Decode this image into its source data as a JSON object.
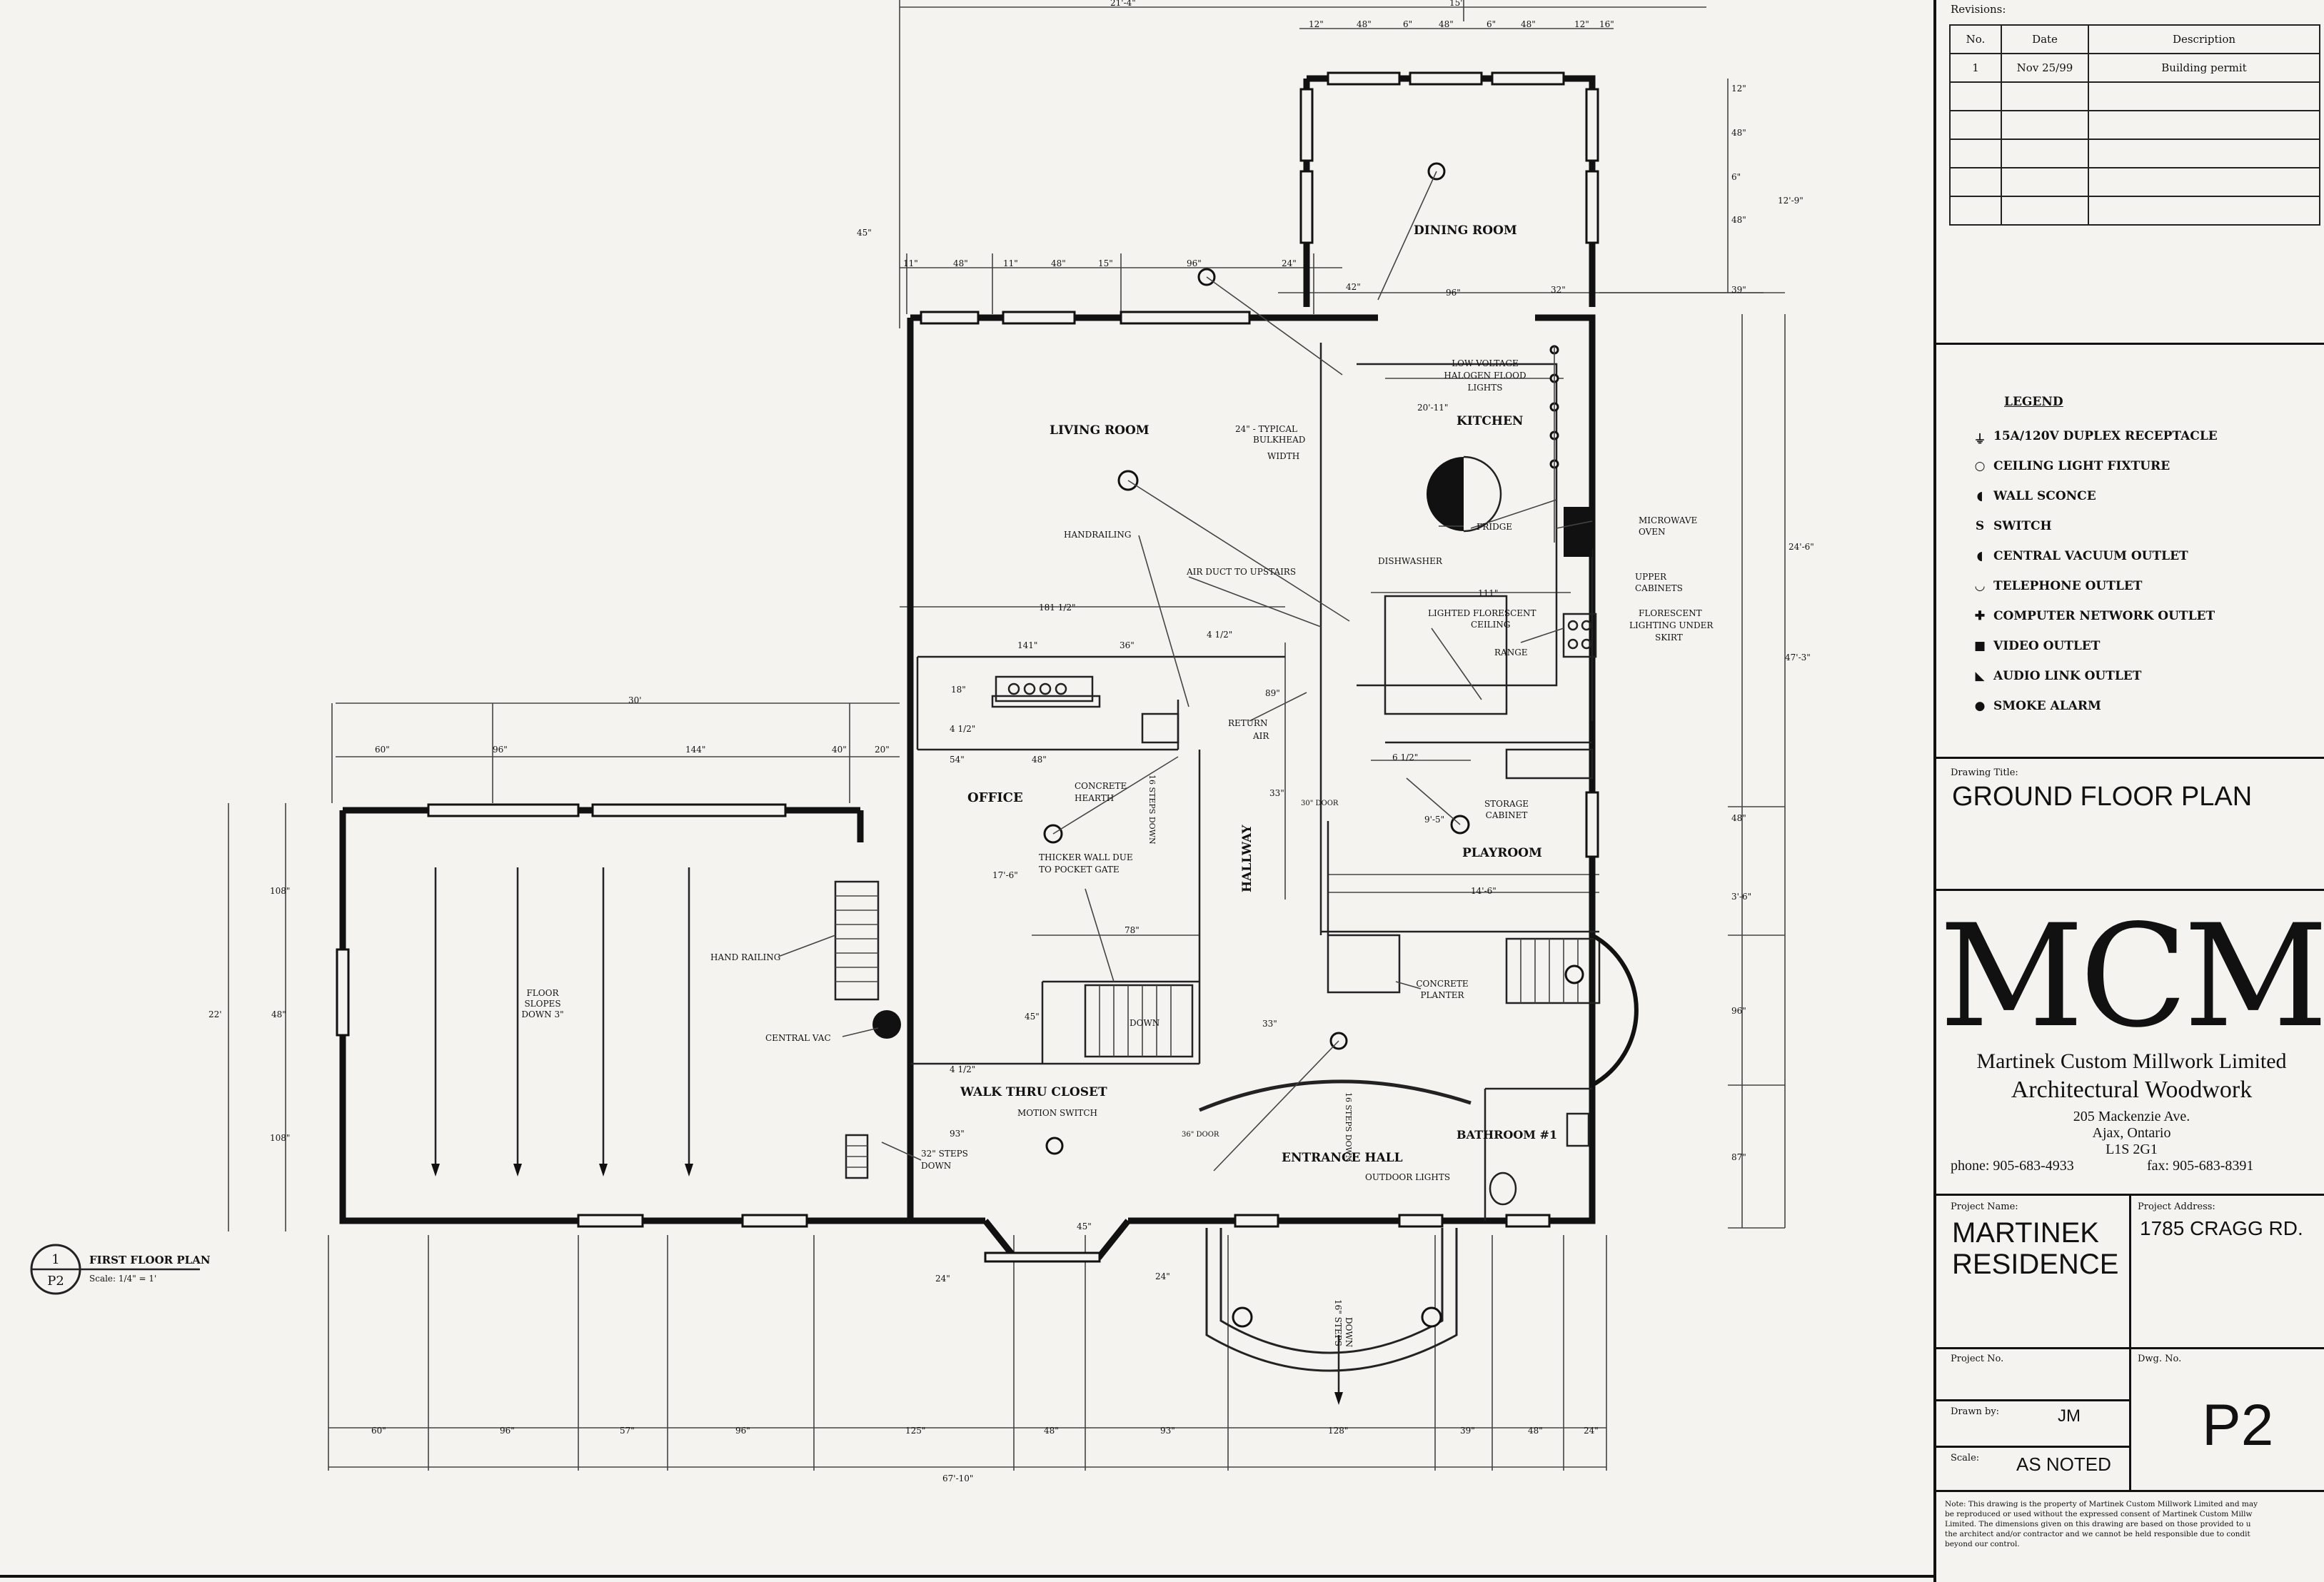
{
  "drawing": {
    "plan_title": "FIRST FLOOR PLAN",
    "plan_scale": "Scale: 1/4\" = 1'",
    "detail_number": "1",
    "detail_sheet": "P2"
  },
  "rooms": {
    "living": "LIVING ROOM",
    "dining": "DINING ROOM",
    "kitchen": "KITCHEN",
    "office": "OFFICE",
    "hallway": "HALLWAY",
    "playroom": "PLAYROOM",
    "walk_thru": "WALK THRU CLOSET",
    "entrance": "ENTRANCE HALL",
    "bathroom": "BATHROOM #1"
  },
  "notes": {
    "floor_slopes": [
      "FLOOR",
      "SLOPES",
      "DOWN 3\""
    ],
    "hand_railing": "HAND RAILING",
    "central_vac": "CENTRAL VAC",
    "handrailing": "HANDRAILING",
    "air_duct": "AIR DUCT TO UPSTAIRS",
    "bulkhead": [
      "24\" - TYPICAL",
      "BULKHEAD",
      "WIDTH"
    ],
    "low_voltage": [
      "LOW VOLTAGE",
      "HALOGEN FLOOD",
      "LIGHTS"
    ],
    "fridge": "FRIDGE",
    "microwave": [
      "MICROWAVE",
      "OVEN"
    ],
    "dishwasher": "DISHWASHER",
    "upper_cabinets": [
      "UPPER",
      "CABINETS"
    ],
    "lighted_ceiling": [
      "LIGHTED FLORESCENT",
      "CEILING"
    ],
    "florescent_lighting": [
      "FLORESCENT",
      "LIGHTING UNDER",
      "SKIRT"
    ],
    "range": "RANGE",
    "return_air": [
      "RETURN",
      "AIR"
    ],
    "concrete_hearth": [
      "CONCRETE",
      "HEARTH"
    ],
    "thicker_wall": [
      "THICKER WALL DUE",
      "TO POCKET GATE"
    ],
    "storage_cabinet": [
      "STORAGE",
      "CABINET"
    ],
    "concrete_planter": [
      "CONCRETE",
      "PLANTER"
    ],
    "motion_switch": "MOTION SWITCH",
    "outdoor_lights": "OUTDOOR LIGHTS",
    "steps_32": [
      "32\" STEPS",
      "DOWN"
    ],
    "steps_16": [
      "16\" STEPS",
      "DOWN"
    ],
    "down": "DOWN",
    "door_30": "30\" DOOR",
    "door_36": "36\" DOOR",
    "steps_16_down_a": "16 STEPS DOWN",
    "steps_16_down_b": "16 STEPS DOWN"
  },
  "dimensions": {
    "top_a": "21'-4\"",
    "top_b": "15'",
    "d12a": "12\"",
    "d48a": "48\"",
    "d6a": "6\"",
    "d48b": "48\"",
    "d6b": "6\"",
    "d48c": "48\"",
    "d12b": "12\"",
    "d16": "16\"",
    "d45": "45\"",
    "d11a": "11\"",
    "d48d": "48\"",
    "d11b": "11\"",
    "d48e": "48\"",
    "d15": "15\"",
    "d96a": "96\"",
    "d24a": "24\"",
    "d42": "42\"",
    "d96b": "96\"",
    "d32": "32\"",
    "d39": "39\"",
    "d12_9": "12'-9\"",
    "d20_11": "20'-11\"",
    "d111": "111\"",
    "d181": "181 1/2\"",
    "d141": "141\"",
    "d36": "36\"",
    "d4_1_2a": "4 1/2\"",
    "d4_1_2b": "4 1/2\"",
    "d4_1_2c": "4 1/2\"",
    "d18": "18\"",
    "d89": "89\"",
    "d54": "54\"",
    "d48f": "48\"",
    "d33a": "33\"",
    "d33b": "33\"",
    "d6_1_2": "6 1/2\"",
    "d9_5": "9'-5\"",
    "d14_6": "14'-6\"",
    "d17_6": "17'-6\"",
    "d78": "78\"",
    "d45b": "45\"",
    "d93a": "93\"",
    "d30": "30'",
    "d60a": "60\"",
    "d96c": "96\"",
    "d144": "144\"",
    "d40": "40\"",
    "d20": "20\"",
    "d108a": "108\"",
    "d48g": "48\"",
    "d108b": "108\"",
    "d22": "22'",
    "d24_6": "24'-6\"",
    "d47_3": "47'-3\"",
    "d48h": "48\"",
    "d3_6": "3'-6\"",
    "d96d": "96\"",
    "d87": "87\"",
    "d24b": "24\"",
    "d45c": "45\"",
    "d24c": "24\"",
    "b60": "60\"",
    "b96": "96\"",
    "b57": "57\"",
    "b96b": "96\"",
    "b125": "125\"",
    "b48": "48\"",
    "b93": "93\"",
    "b128": "128\"",
    "b39": "39\"",
    "b48b": "48\"",
    "b24": "24\"",
    "overall": "67'-10\"",
    "r12": "12\"",
    "r48": "48\"",
    "r6": "6\"",
    "r48b": "48\""
  },
  "titleblock": {
    "revisions_label": "Revisions:",
    "rev_headers": [
      "No.",
      "Date",
      "Description"
    ],
    "rev_rows": [
      [
        "1",
        "Nov 25/99",
        "Building permit"
      ]
    ],
    "legend_title": "LEGEND",
    "legend": [
      {
        "icon": "receptacle-icon",
        "sym": "⏚",
        "label": "15A/120V DUPLEX RECEPTACLE"
      },
      {
        "icon": "ceiling-light-icon",
        "sym": "○",
        "label": "CEILING LIGHT FIXTURE"
      },
      {
        "icon": "wall-sconce-icon",
        "sym": "◖",
        "label": "WALL SCONCE"
      },
      {
        "icon": "switch-icon",
        "sym": "S",
        "label": "SWITCH"
      },
      {
        "icon": "vacuum-outlet-icon",
        "sym": "◖",
        "label": "CENTRAL VACUUM OUTLET"
      },
      {
        "icon": "telephone-outlet-icon",
        "sym": "◡",
        "label": "TELEPHONE OUTLET"
      },
      {
        "icon": "network-outlet-icon",
        "sym": "✚",
        "label": "COMPUTER NETWORK OUTLET"
      },
      {
        "icon": "video-outlet-icon",
        "sym": "■",
        "label": "VIDEO OUTLET"
      },
      {
        "icon": "audio-outlet-icon",
        "sym": "◣",
        "label": "AUDIO LINK OUTLET"
      },
      {
        "icon": "smoke-alarm-icon",
        "sym": "●",
        "label": "SMOKE ALARM"
      }
    ],
    "drawing_title_label": "Drawing Title:",
    "drawing_title": "GROUND FLOOR PLAN",
    "logo": "MCM",
    "company": "Martinek Custom Millwork Limited",
    "tagline": "Architectural Woodwork",
    "address1": "205 Mackenzie Ave.",
    "address2": "Ajax, Ontario",
    "postal": "L1S 2G1",
    "phone": "phone: 905-683-4933",
    "fax": "fax: 905-683-8391",
    "project_name_label": "Project Name:",
    "project_name_1": "MARTINEK",
    "project_name_2": "RESIDENCE",
    "project_address_label": "Project Address:",
    "project_address": "1785 CRAGG RD.",
    "project_no_label": "Project No.",
    "dwg_no_label": "Dwg. No.",
    "dwg_no": "P2",
    "drawn_by_label": "Drawn by:",
    "drawn_by": "JM",
    "scale_label": "Scale:",
    "scale": "AS NOTED",
    "note": [
      "Note: This drawing is the property of Martinek Custom Millwork Limited and may",
      "be reproduced or used without the expressed consent of Martinek Custom Millw",
      "Limited. The dimensions given on this drawing are based on those provided to u",
      "the architect and/or contractor and we cannot be held responsible due to condit",
      "beyond our control."
    ]
  }
}
